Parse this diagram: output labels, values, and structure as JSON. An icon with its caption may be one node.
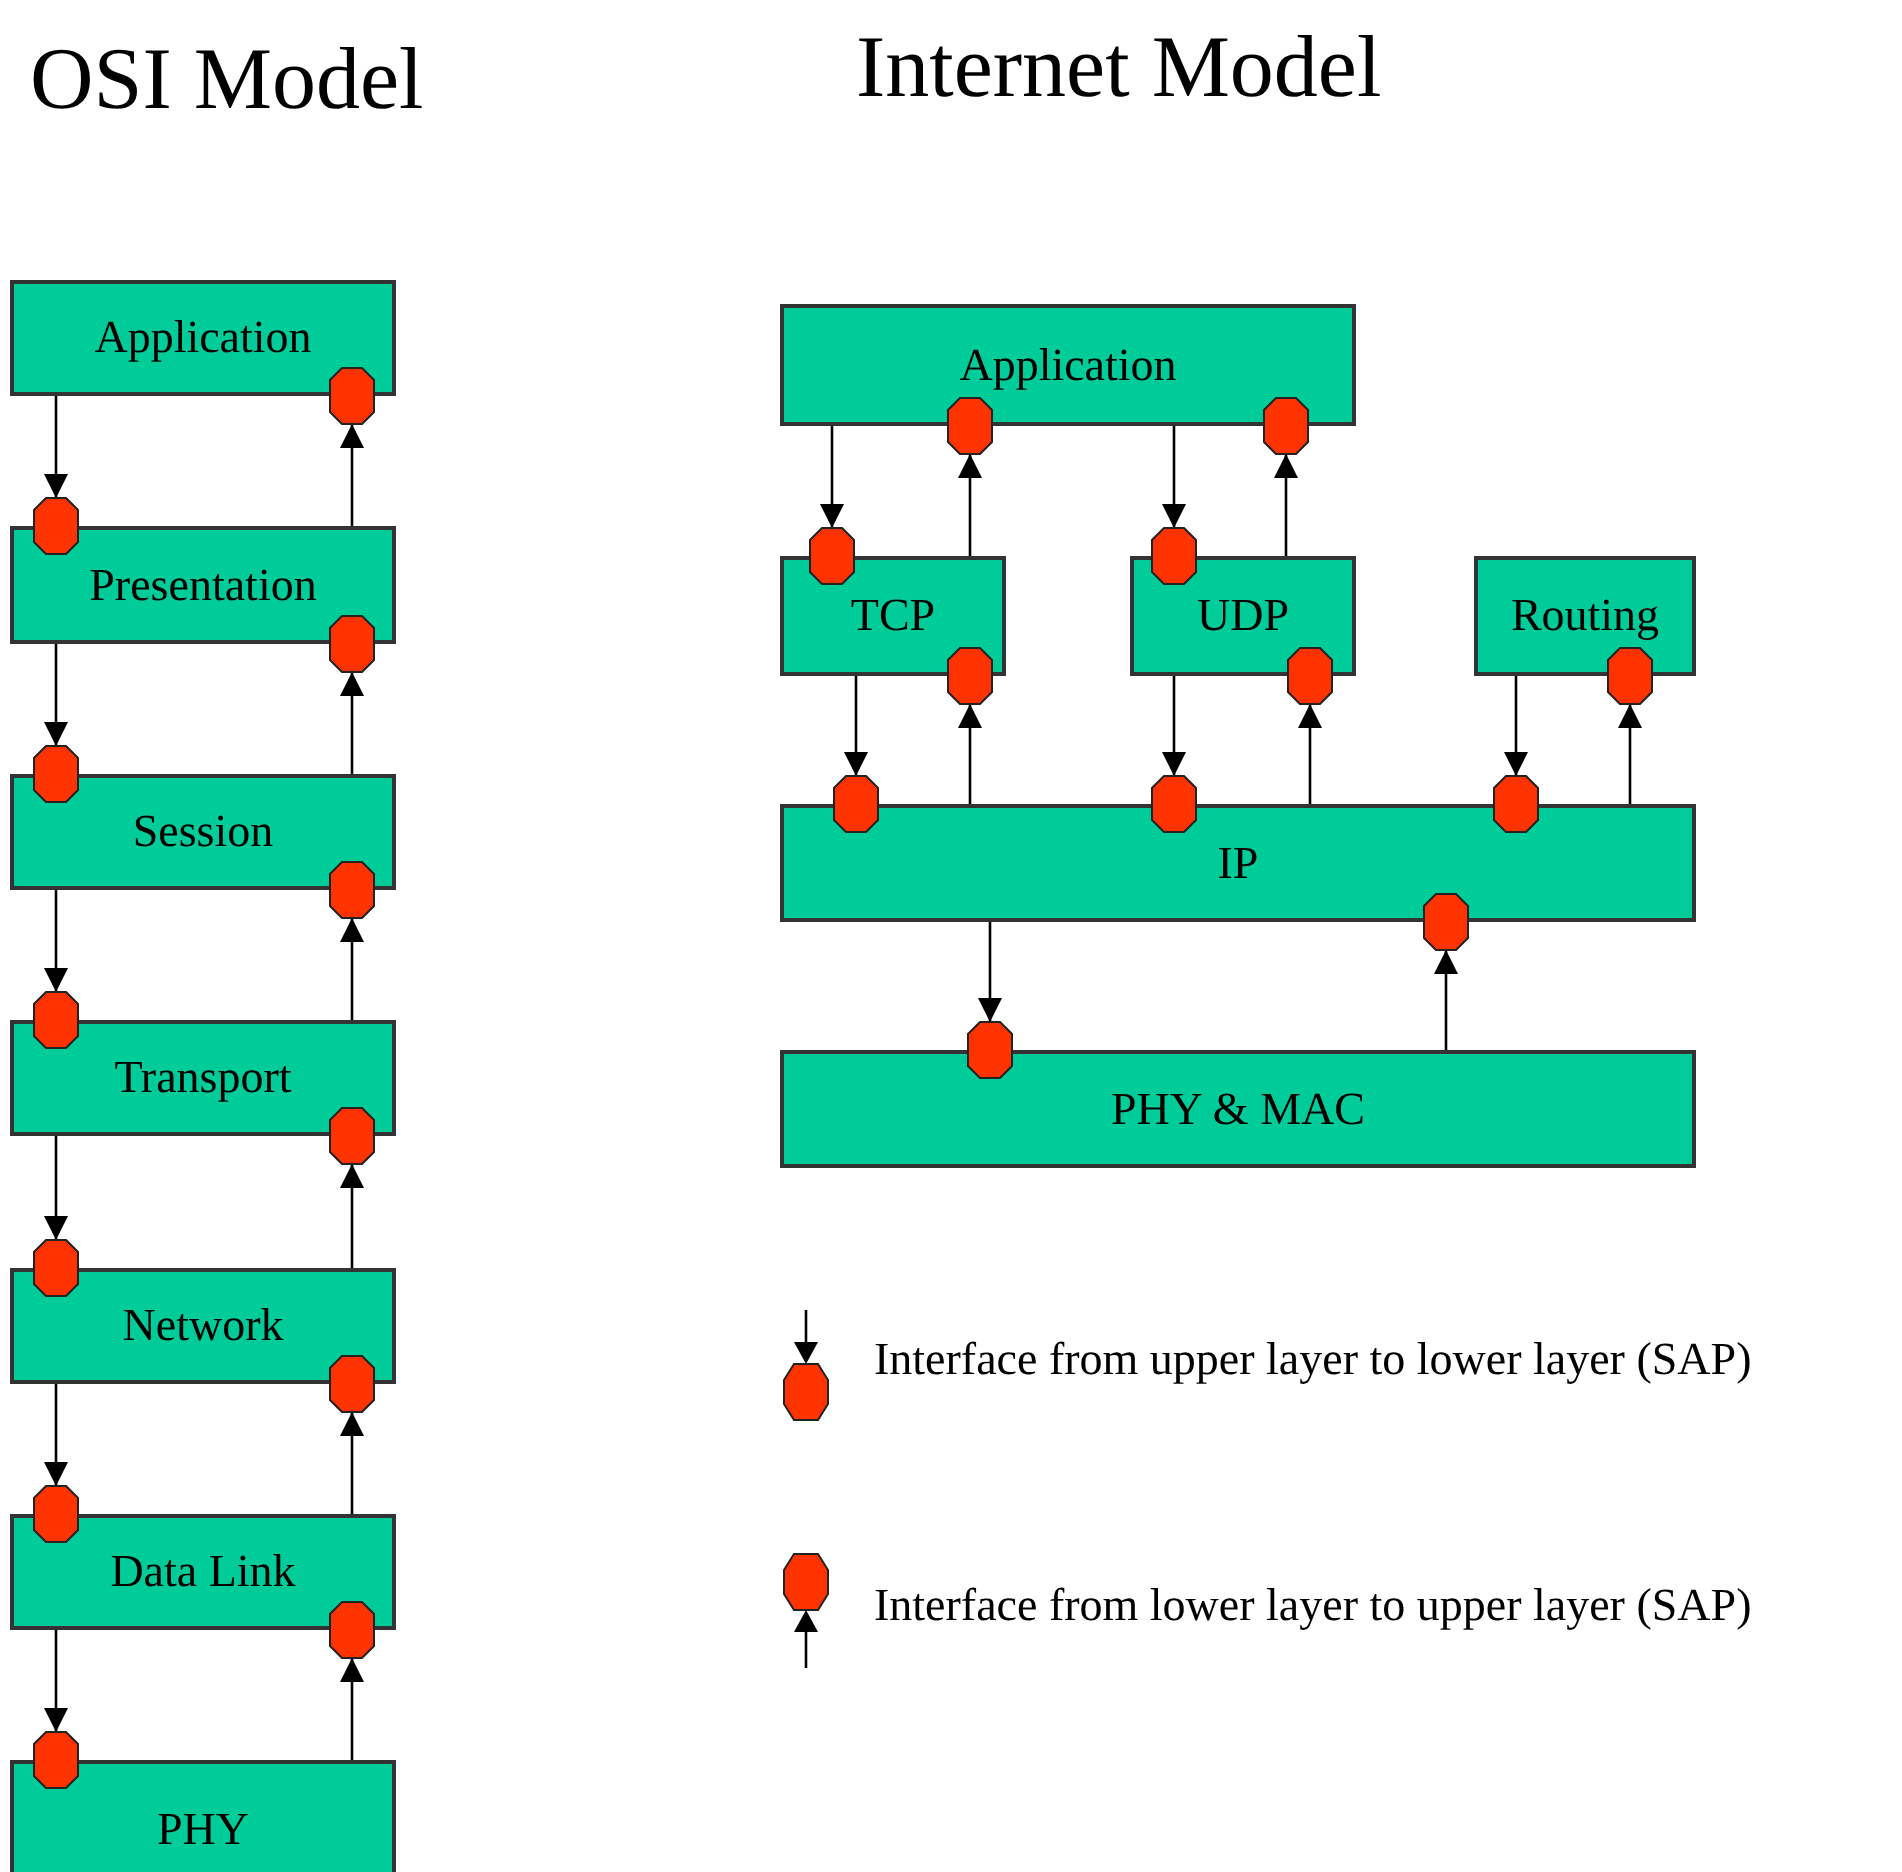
{
  "diagram": {
    "nodes": [
      {
        "text": [
          "Application"
        ]
      },
      {
        "text": [
          "Presentation"
        ]
      },
      {
        "text": [
          "Session"
        ]
      },
      {
        "text": [
          "Transport"
        ]
      },
      {
        "text": [
          "Network"
        ]
      },
      {
        "text": [
          "Data Link"
        ]
      },
      {
        "text": [
          "PHY"
        ]
      },
      {
        "text": [
          "Application"
        ]
      },
      {
        "text": [
          "TCP"
        ]
      },
      {
        "text": [
          "UDP"
        ]
      },
      {
        "text": [
          "Routing"
        ]
      },
      {
        "text": [
          "IP"
        ]
      },
      {
        "text": [
          "PHY & MAC"
        ]
      }
    ],
    "edges": [
      {
        "from": 0,
        "to": 1,
        "arrow": "to"
      },
      {
        "from": 1,
        "to": 0,
        "arrow": "to"
      },
      {
        "from": 1,
        "to": 2,
        "arrow": "to"
      },
      {
        "from": 2,
        "to": 1,
        "arrow": "to"
      },
      {
        "from": 2,
        "to": 3,
        "arrow": "to"
      },
      {
        "from": 3,
        "to": 2,
        "arrow": "to"
      },
      {
        "from": 3,
        "to": 4,
        "arrow": "to"
      },
      {
        "from": 4,
        "to": 3,
        "arrow": "to"
      },
      {
        "from": 4,
        "to": 5,
        "arrow": "to"
      },
      {
        "from": 5,
        "to": 4,
        "arrow": "to"
      },
      {
        "from": 5,
        "to": 6,
        "arrow": "to"
      },
      {
        "from": 6,
        "to": 5,
        "arrow": "to"
      },
      {
        "from": 7,
        "to": 8,
        "arrow": "to"
      },
      {
        "from": 8,
        "to": 7,
        "arrow": "to"
      },
      {
        "from": 7,
        "to": 9,
        "arrow": "to"
      },
      {
        "from": 9,
        "to": 7,
        "arrow": "to"
      },
      {
        "from": 8,
        "to": 11,
        "arrow": "to"
      },
      {
        "from": 11,
        "to": 8,
        "arrow": "to"
      },
      {
        "from": 9,
        "to": 11,
        "arrow": "to"
      },
      {
        "from": 11,
        "to": 9,
        "arrow": "to"
      },
      {
        "from": 10,
        "to": 11,
        "arrow": "to"
      },
      {
        "from": 11,
        "to": 10,
        "arrow": "to"
      },
      {
        "from": 11,
        "to": 12,
        "arrow": "to"
      },
      {
        "from": 12,
        "to": 11,
        "arrow": "to"
      }
    ],
    "labels": [
      "OSI Model",
      "Internet Model"
    ],
    "legend": [
      {
        "text": "Interface from upper layer to lower layer (SAP)"
      },
      {
        "text": "Interface from lower layer to upper layer (SAP)"
      }
    ]
  }
}
